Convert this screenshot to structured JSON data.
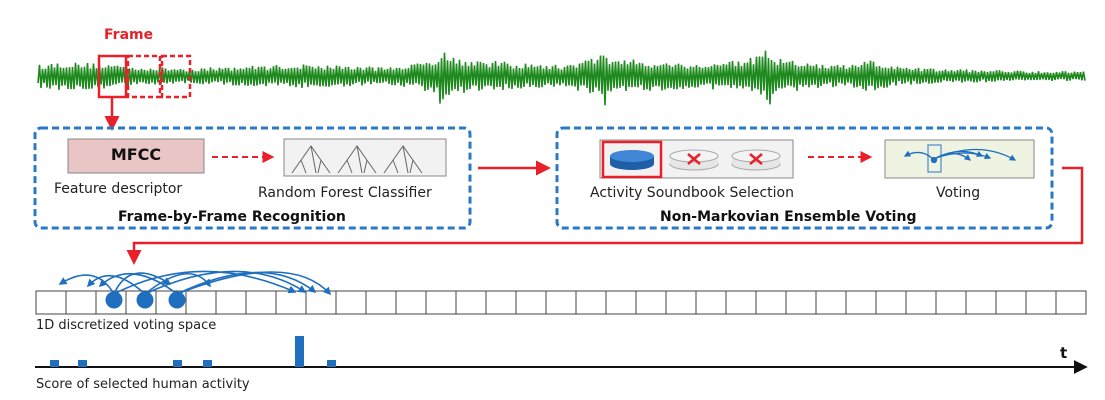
{
  "waveform": {
    "frame_label": "Frame",
    "color": "#1e8a1e",
    "frame_color": "#e8202a"
  },
  "recognition": {
    "mfcc_label": "MFCC",
    "feature_caption": "Feature descriptor",
    "classifier_caption": "Random Forest Classifier",
    "title": "Frame-by-Frame Recognition"
  },
  "voting_stage": {
    "soundbook_caption": "Activity Soundbook Selection",
    "voting_caption": "Voting",
    "title": "Non-Markovian Ensemble Voting"
  },
  "voting_space": {
    "caption": "1D discretized voting space",
    "cell_count": 35
  },
  "score_plot": {
    "caption": "Score of selected human activity",
    "axis_label": "t"
  },
  "colors": {
    "accent_blue": "#1f6fbf",
    "dashed_blue": "#2a78c6",
    "arrow_red": "#e8202a",
    "mfcc_fill": "#e9c5c5",
    "voting_fill": "#eef3e2"
  }
}
